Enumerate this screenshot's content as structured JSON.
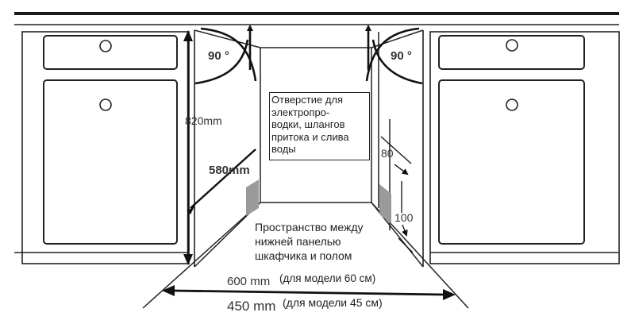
{
  "labels": {
    "angle_left": "90 °",
    "angle_right": "90 °",
    "height": "820mm",
    "depth": "580mm",
    "side_top": "80",
    "side_bottom": "100",
    "hole_note": [
      "Отверстие для",
      "электропро-",
      "водки, шлангов",
      "притока и слива",
      "воды"
    ],
    "space_note": [
      "Пространство между",
      "нижней панелью",
      "шкафчика и полом"
    ],
    "width_60": "600 mm",
    "width_60_model": "(для модели 60 см)",
    "width_45": "450 mm",
    "width_45_model": "(для модели 45 см)"
  }
}
